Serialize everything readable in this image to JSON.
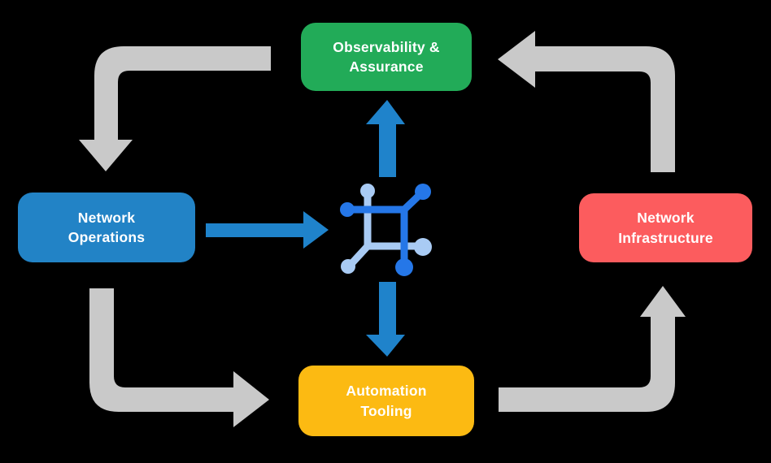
{
  "background": "#000000",
  "colors": {
    "observability_green": "#22AB58",
    "operations_blue": "#2283C6",
    "infrastructure_red": "#FC5C5E",
    "tooling_yellow": "#FCBA12",
    "cycle_arrow_gray": "#C9C9C9",
    "flow_arrow_blue": "#1F83CB",
    "icon_dark_blue": "#2577E8",
    "icon_light_blue": "#A9CBF4",
    "label_text": "#FFFFFF"
  },
  "nodes": {
    "observability": {
      "label": "Observability &\nAssurance"
    },
    "operations": {
      "label": "Network\nOperations"
    },
    "infrastructure": {
      "label": "Network\nInfrastructure"
    },
    "tooling": {
      "label": "Automation\nTooling"
    }
  },
  "center_icon": {
    "name": "network-nodes-icon"
  },
  "flows": [
    {
      "from": "Observability & Assurance",
      "to": "Network Operations",
      "style": "gray-elbow"
    },
    {
      "from": "Network Operations",
      "to": "Automation Tooling",
      "style": "gray-elbow"
    },
    {
      "from": "Automation Tooling",
      "to": "Network Infrastructure",
      "style": "gray-elbow"
    },
    {
      "from": "Network Infrastructure",
      "to": "Observability & Assurance",
      "style": "gray-elbow"
    },
    {
      "from": "Network Operations",
      "to": "center-icon",
      "style": "blue-straight"
    },
    {
      "from": "center-icon",
      "to": "Observability & Assurance",
      "style": "blue-straight"
    },
    {
      "from": "center-icon",
      "to": "Automation Tooling",
      "style": "blue-straight"
    }
  ]
}
